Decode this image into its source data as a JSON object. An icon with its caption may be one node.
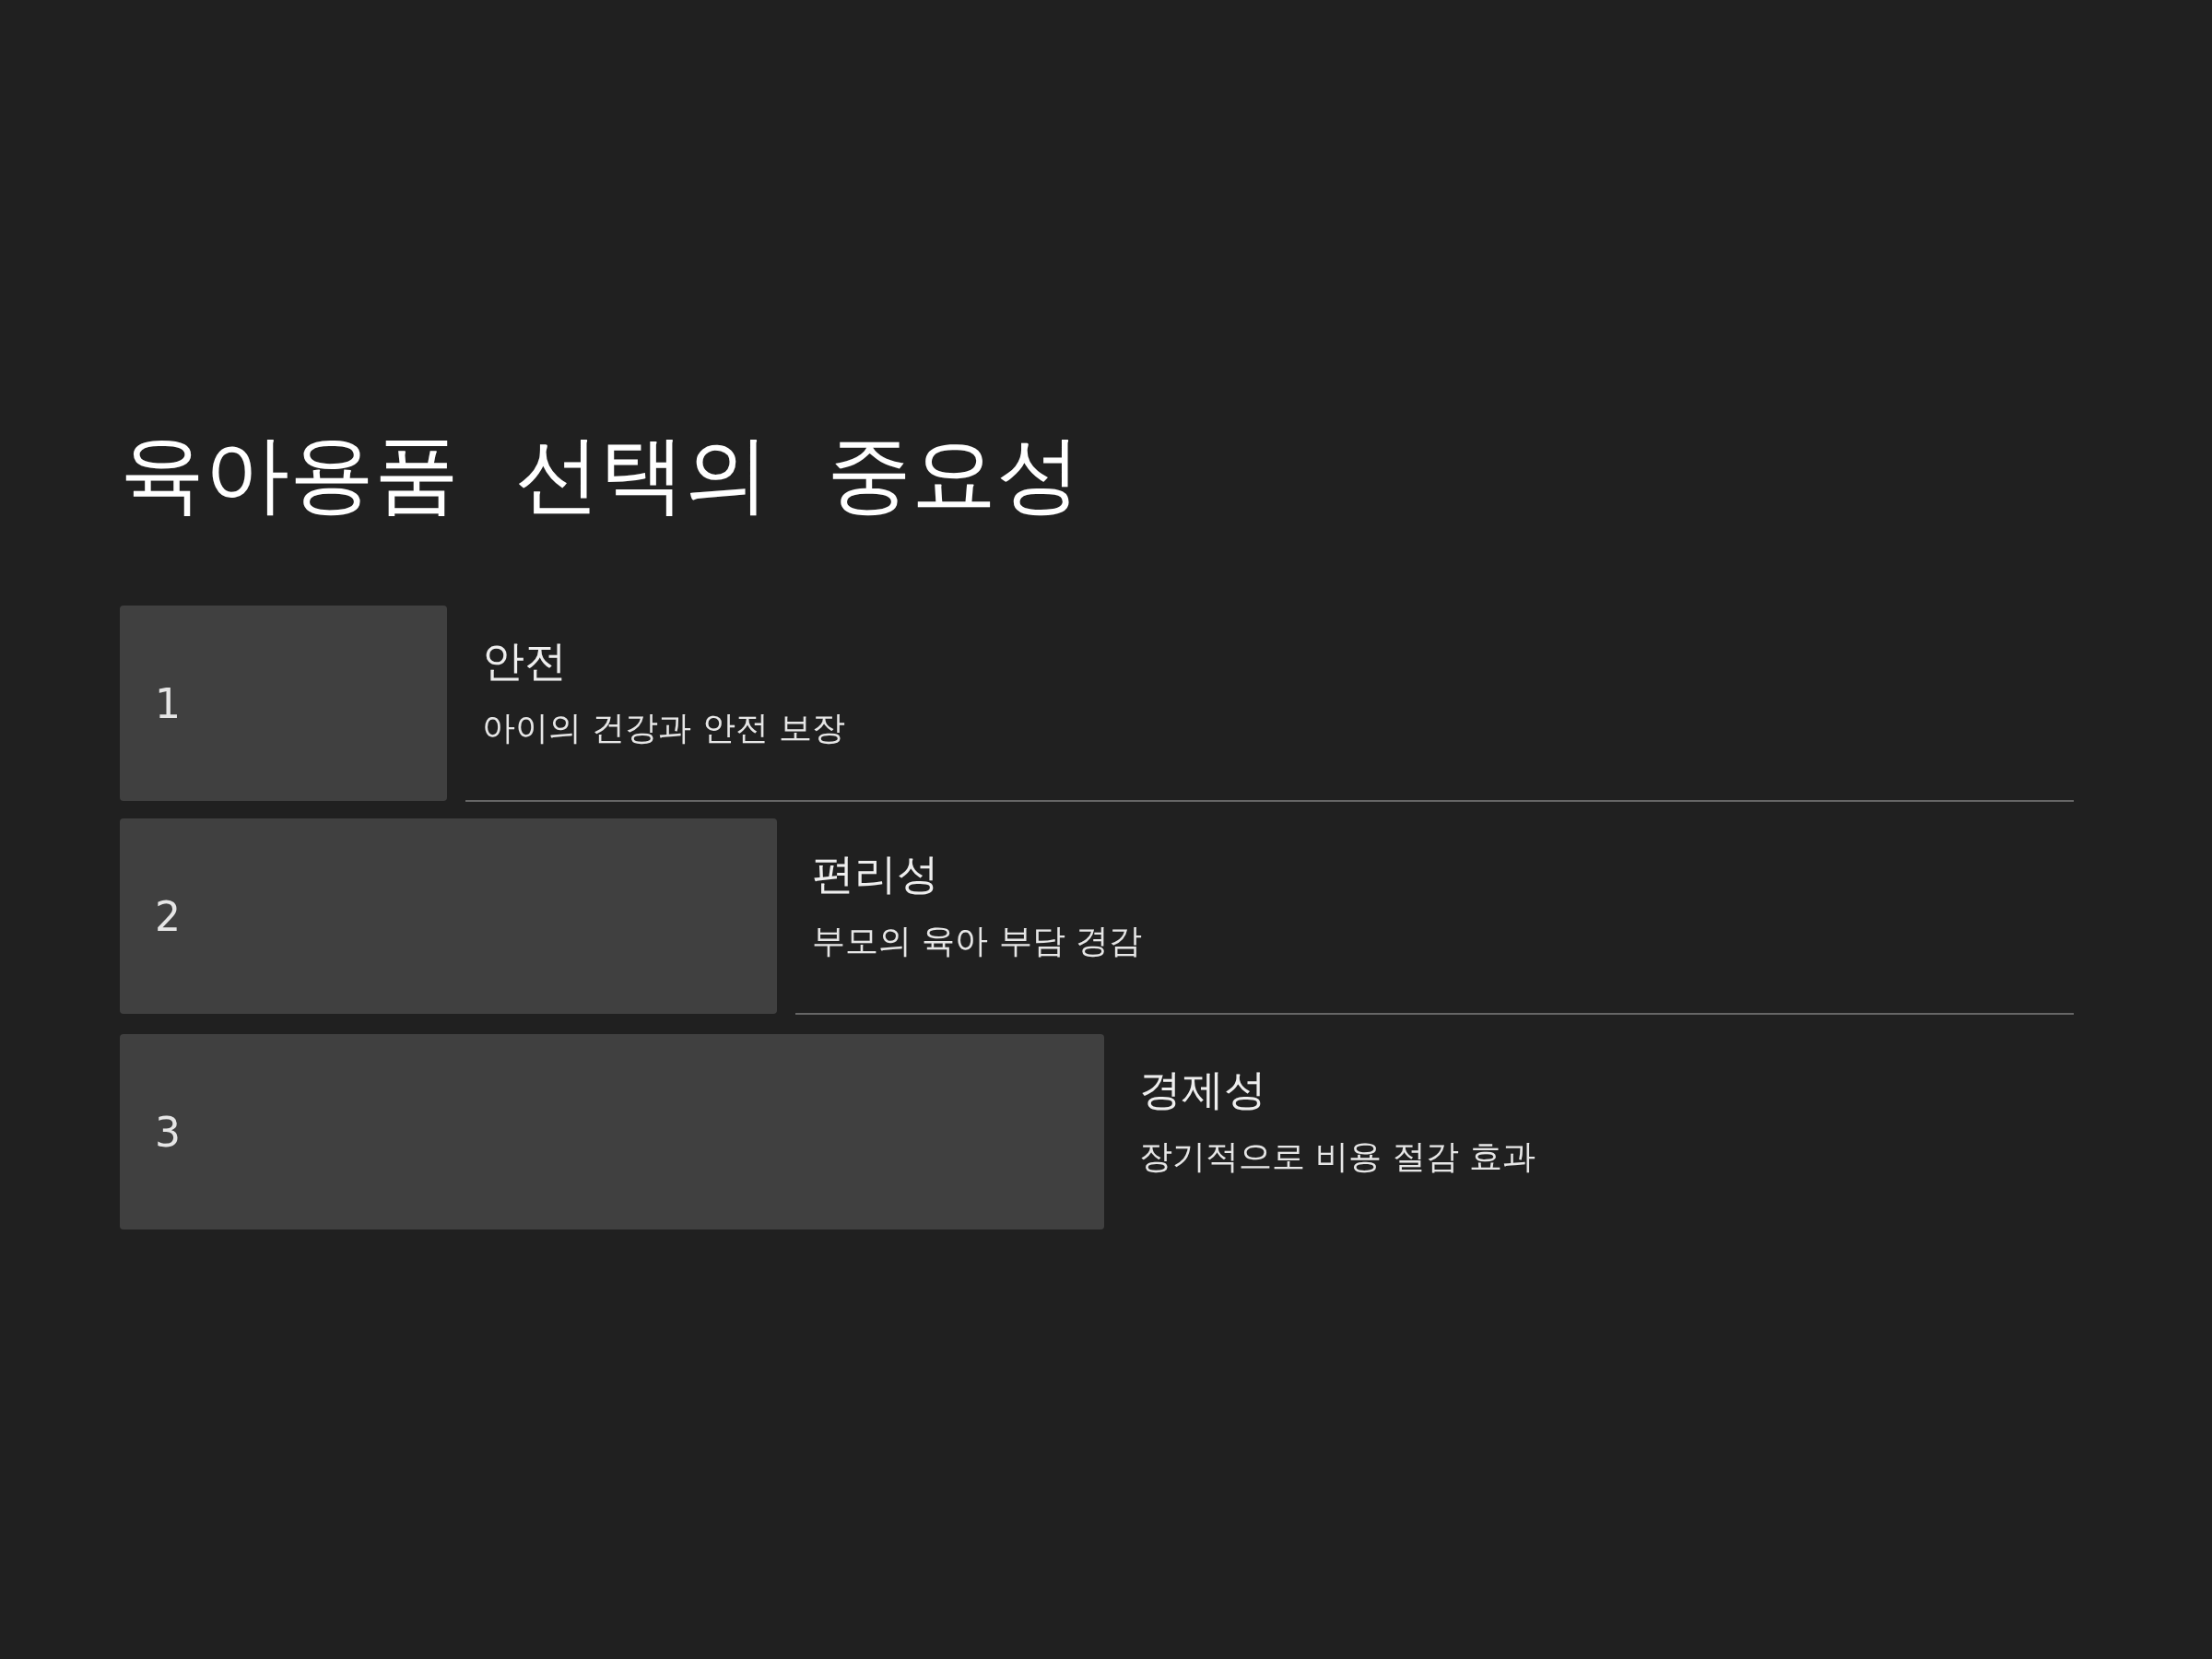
{
  "diagram": {
    "title": "육아용품 선택의 중요성",
    "nodes": [
      {
        "text": [
          "1"
        ],
        "beside": [
          "안전",
          "아이의 건강과 안전 보장"
        ]
      },
      {
        "text": [
          "2"
        ],
        "beside": [
          "편리성",
          "부모의 육아 부담 경감"
        ]
      },
      {
        "text": [
          "3"
        ],
        "beside": [
          "경제성",
          "장기적으로 비용 절감 효과"
        ]
      }
    ]
  }
}
